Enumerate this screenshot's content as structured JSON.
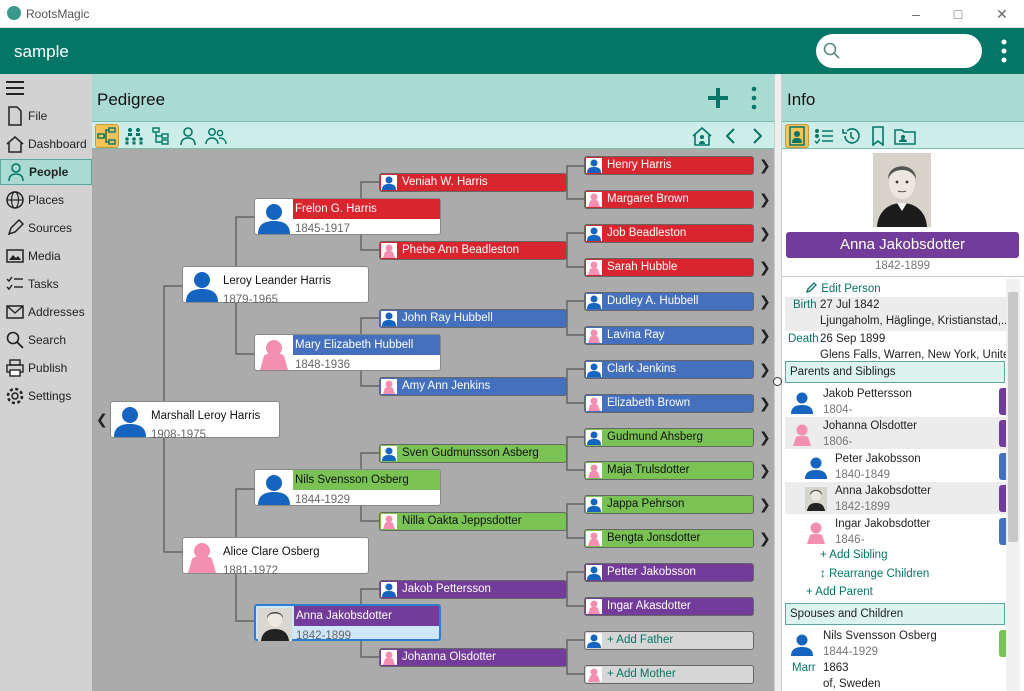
{
  "app": {
    "title": "RootsMagic",
    "database": "sample"
  },
  "colors": {
    "teal": "#037667",
    "pale": "#a9dbd3",
    "red": "#d9262e",
    "blue": "#4570be",
    "green": "#79c253",
    "purple": "#733c9a",
    "male": "#1565c0",
    "female": "#f48fb1"
  },
  "sidebar": [
    {
      "label": "File",
      "icon": "file-icon"
    },
    {
      "label": "Dashboard",
      "icon": "house-icon"
    },
    {
      "label": "People",
      "icon": "person-icon"
    },
    {
      "label": "Places",
      "icon": "globe-icon"
    },
    {
      "label": "Sources",
      "icon": "pen-icon"
    },
    {
      "label": "Media",
      "icon": "image-icon"
    },
    {
      "label": "Tasks",
      "icon": "checklist-icon"
    },
    {
      "label": "Addresses",
      "icon": "envelope-icon"
    },
    {
      "label": "Search",
      "icon": "search-icon"
    },
    {
      "label": "Publish",
      "icon": "printer-icon"
    },
    {
      "label": "Settings",
      "icon": "gear-icon"
    }
  ],
  "pedigree": {
    "title": "Pedigree",
    "root": {
      "name": "Marshall Leroy Harris",
      "dates": "1908-1975"
    },
    "gen1": [
      {
        "name": "Leroy Leander Harris",
        "dates": "1879-1965"
      },
      {
        "name": "Alice Clare Osberg",
        "dates": "1881-1972"
      }
    ],
    "gen2": [
      {
        "name": "Frelon G. Harris",
        "dates": "1845-1917"
      },
      {
        "name": "Mary Elizabeth Hubbell",
        "dates": "1848-1936"
      },
      {
        "name": "Nils Svensson Osberg",
        "dates": "1844-1929"
      },
      {
        "name": "Anna Jakobsdotter",
        "dates": "1842-1899"
      }
    ],
    "gen3": [
      "Veniah W. Harris",
      "Phebe Ann Beadleston",
      "John Ray Hubbell",
      "Amy Ann Jenkins",
      "Sven Gudmunsson Asberg",
      "Nilla Oakta Jeppsdotter",
      "Jakob Pettersson",
      "Johanna Olsdotter"
    ],
    "gen4": [
      "Henry Harris",
      "Margaret Brown",
      "Job Beadleston",
      "Sarah Hubble",
      "Dudley A. Hubbell",
      "Lavina Ray",
      "Clark Jenkins",
      "Elizabeth Brown",
      "Gudmund Ahsberg",
      "Maja Trulsdotter",
      "Jappa Pehrson",
      "Bengta Jonsdotter",
      "Petter Jakobsson",
      "Ingar Akasdotter",
      "+ Add Father",
      "+ Add Mother"
    ]
  },
  "info": {
    "title": "Info",
    "name": "Anna Jakobsdotter",
    "dates": "1842-1899",
    "edit_label": "Edit Person",
    "birth_label": "Birth",
    "birth_date": "27 Jul 1842",
    "birth_place": "Ljungaholm, Häglinge, Kristianstad,...",
    "death_label": "Death",
    "death_date": "26 Sep 1899",
    "death_place": "Glens Falls, Warren, New York, Unite...",
    "parents_section": "Parents and Siblings",
    "parents": [
      {
        "name": "Jakob Pettersson",
        "dates": "1804-"
      },
      {
        "name": "Johanna Olsdotter",
        "dates": "1806-"
      }
    ],
    "siblings": [
      {
        "name": "Peter Jakobsson",
        "dates": "1840-1849"
      },
      {
        "name": "Anna Jakobsdotter",
        "dates": "1842-1899"
      },
      {
        "name": "Ingar Jakobsdotter",
        "dates": "1846-"
      }
    ],
    "add_sibling": "Add Sibling",
    "rearrange": "Rearrange Children",
    "add_parent": "Add Parent",
    "spouses_section": "Spouses and Children",
    "spouse": {
      "name": "Nils Svensson Osberg",
      "dates": "1844-1929"
    },
    "marr_label": "Marr",
    "marr_date": "1863",
    "marr_place": "of, Sweden"
  }
}
